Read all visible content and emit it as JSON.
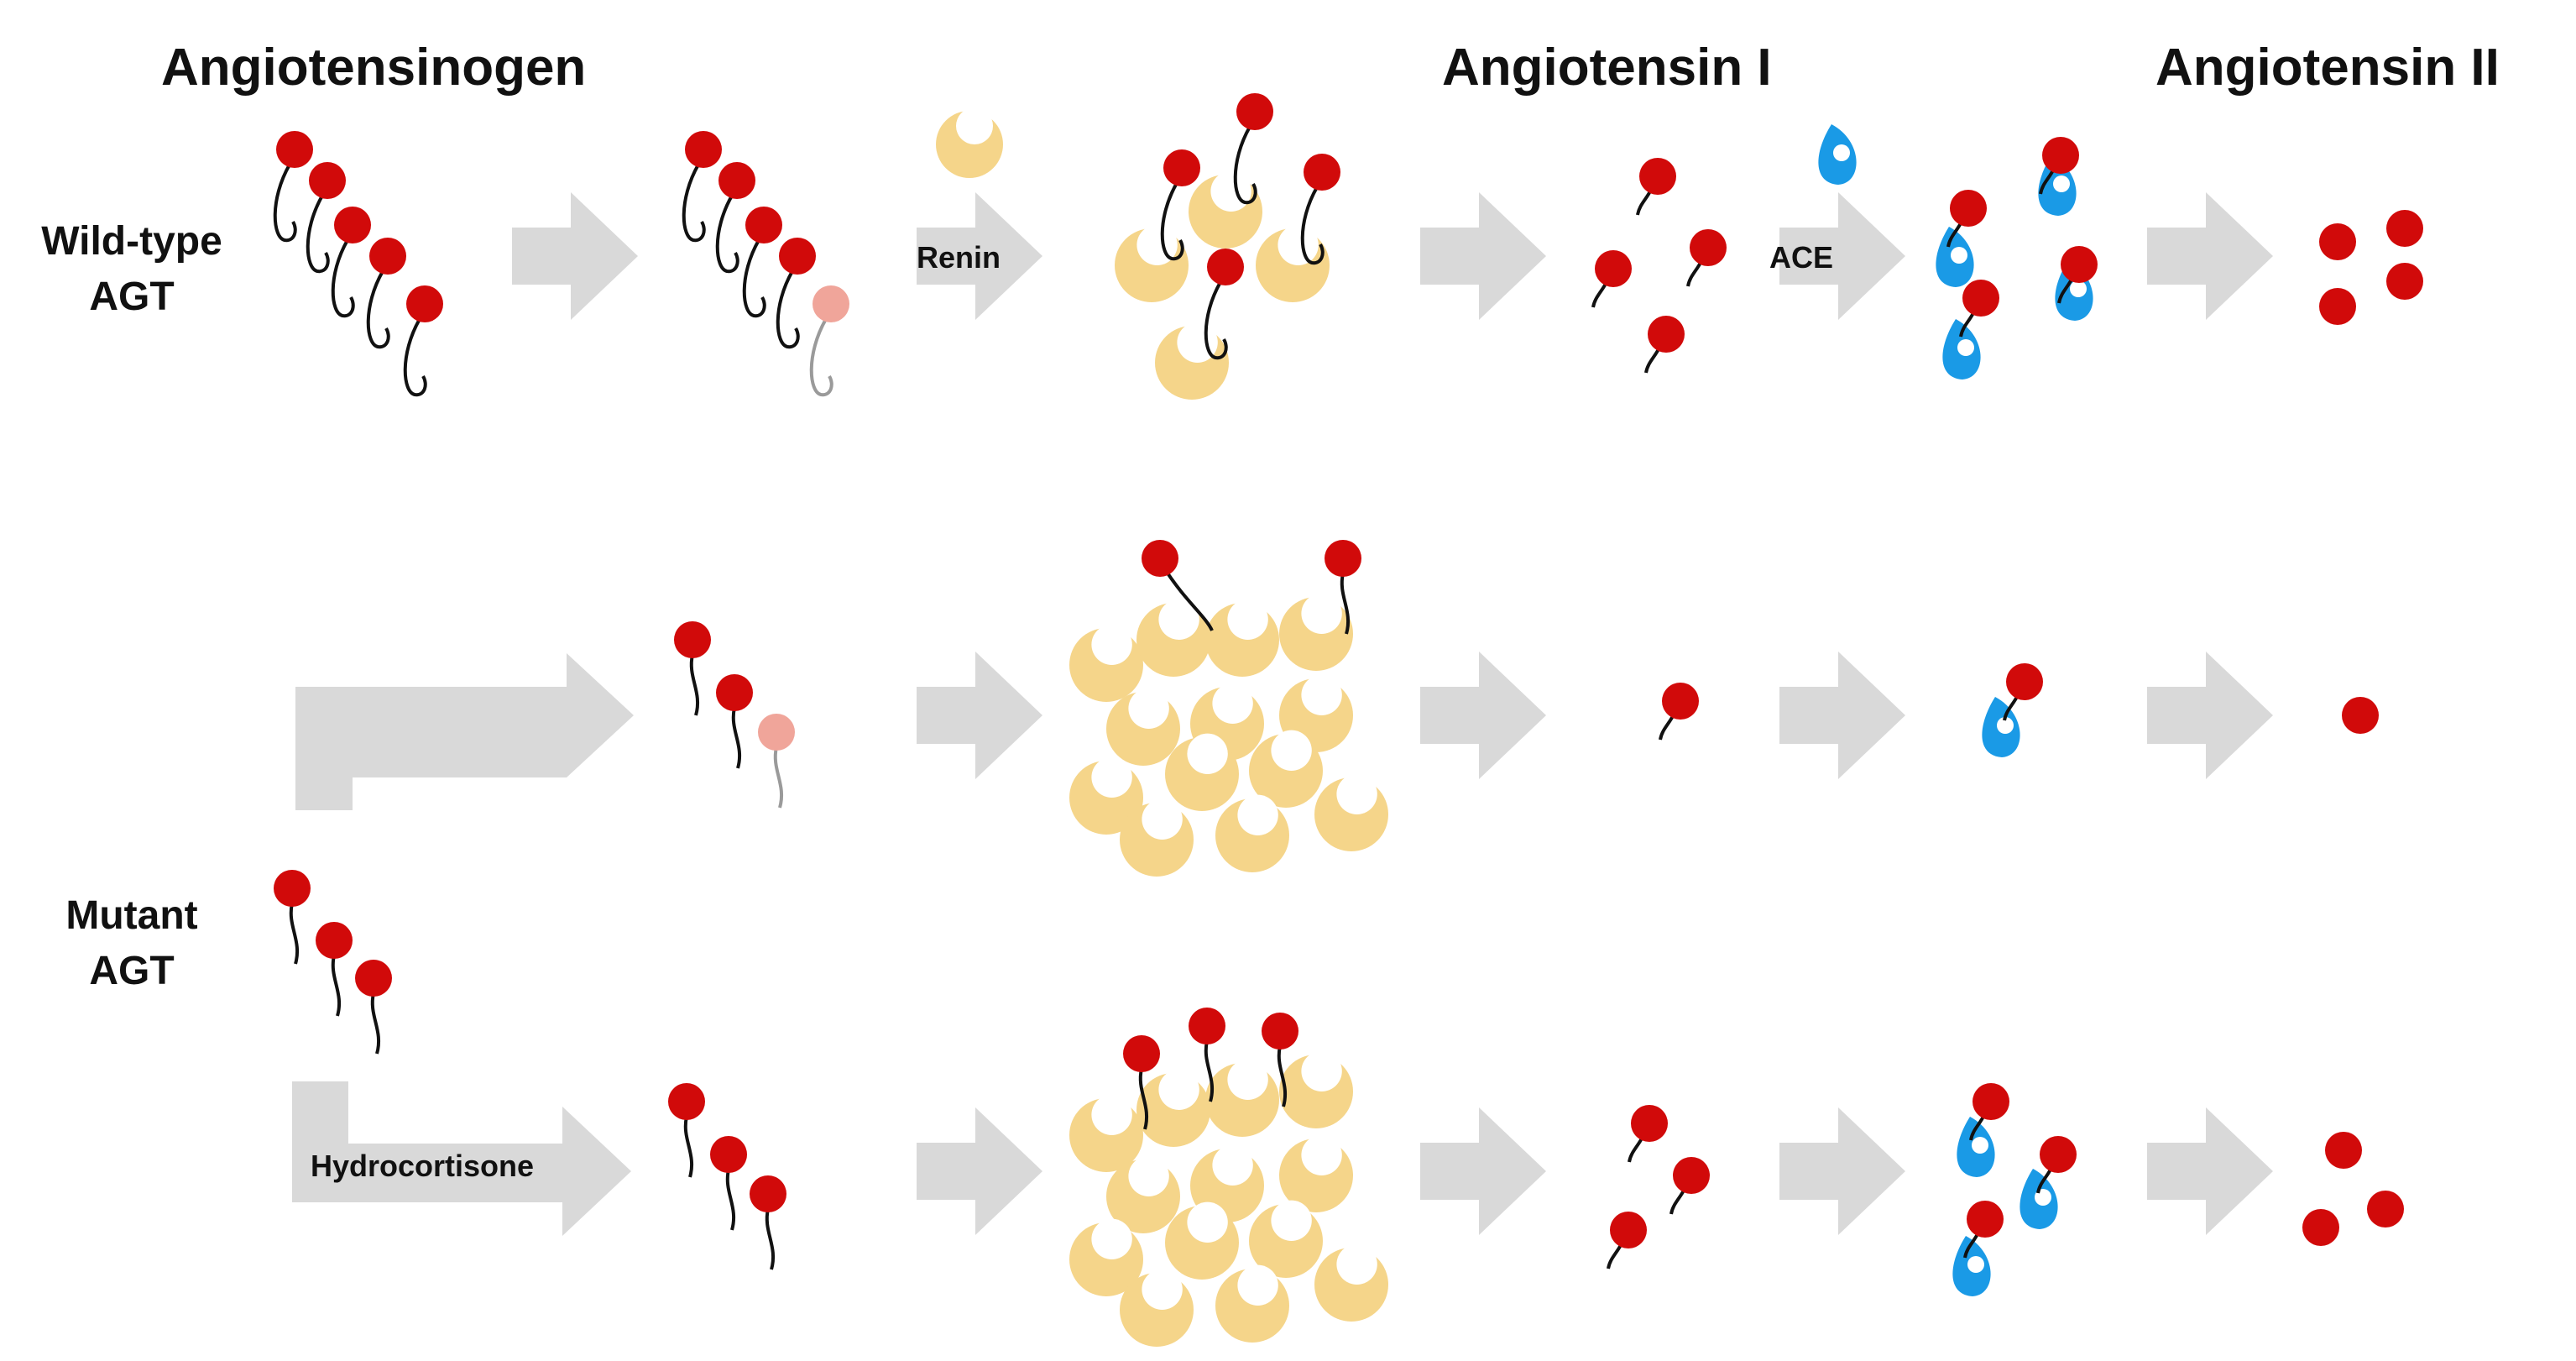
{
  "headers": {
    "angiotensinogen": "Angiotensinogen",
    "angiotensin_i": "Angiotensin I",
    "angiotensin_ii": "Angiotensin II"
  },
  "rows": {
    "wild_type_line1": "Wild-type",
    "wild_type_line2": "AGT",
    "mutant_line1": "Mutant",
    "mutant_line2": "AGT"
  },
  "arrow_labels": {
    "renin": "Renin",
    "ace": "ACE",
    "hydrocortisone": "Hydrocortisone"
  },
  "colors": {
    "peptide": "#d10a0a",
    "cleaved_peptide": "#f0a59a",
    "renin": "#f5d58a",
    "ace": "#1a9ae6",
    "arrow": "#d9d9d9",
    "tail": "#111111",
    "cleaved_tail": "#9a9a9a"
  }
}
